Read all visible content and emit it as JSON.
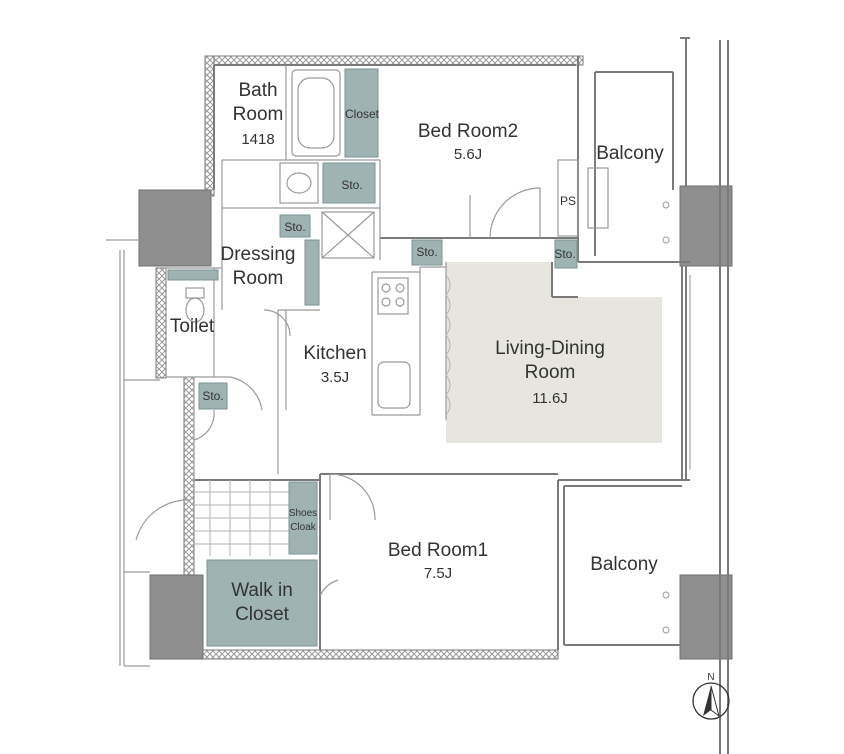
{
  "colors": {
    "wall": "#7a7a7a",
    "hatch": "#9a9a9a",
    "column": "#8f8f8f",
    "storage": "#9fb3b3",
    "living_floor": "#e6e6de",
    "line": "#8a8a8a",
    "text": "#333333"
  },
  "rooms": {
    "bath": {
      "name_line1": "Bath",
      "name_line2": "Room",
      "size": "1418"
    },
    "bed2": {
      "name": "Bed Room2",
      "size": "5.6J"
    },
    "balcony_top": {
      "name": "Balcony"
    },
    "dressing": {
      "name_line1": "Dressing",
      "name_line2": "Room"
    },
    "toilet": {
      "name": "Toilet"
    },
    "kitchen": {
      "name": "Kitchen",
      "size": "3.5J"
    },
    "living": {
      "name_line1": "Living-Dining",
      "name_line2": "Room",
      "size": "11.6J"
    },
    "bed1": {
      "name": "Bed Room1",
      "size": "7.5J"
    },
    "balcony_bottom": {
      "name": "Balcony"
    },
    "walk_in_closet": {
      "name_line1": "Walk in",
      "name_line2": "Closet"
    },
    "shoes_cloak": {
      "name_line1": "Shoes",
      "name_line2": "Cloak"
    }
  },
  "storage": {
    "closet": "Closet",
    "sto": "Sto.",
    "ps": "PS"
  },
  "compass": {
    "north": "N",
    "icon": "north-arrow-icon"
  }
}
